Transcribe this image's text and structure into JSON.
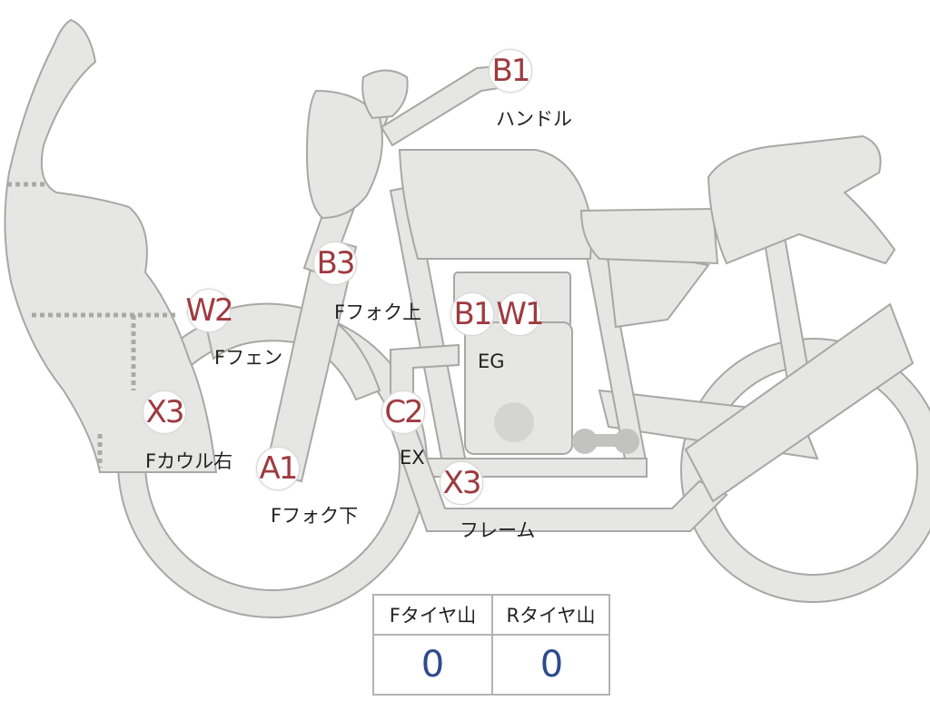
{
  "diagram": {
    "colors": {
      "part_fill": "#e6e6e4",
      "part_stroke": "#a7a7a5",
      "badge_text": "#9e3b40",
      "value_text": "#2f4a8c"
    },
    "damage_points": [
      {
        "id": "handle",
        "code": "B1",
        "label": "ハンドル"
      },
      {
        "id": "ffork-upper",
        "code": "B3",
        "label": "Fフォク上"
      },
      {
        "id": "ffender",
        "code": "W2",
        "label": "Fフェン"
      },
      {
        "id": "fcowl-right",
        "code": "X3",
        "label": "Fカウル右"
      },
      {
        "id": "ffork-lower",
        "code": "A1",
        "label": "Fフォク下"
      },
      {
        "id": "engine-b",
        "code": "B1",
        "label": "EG"
      },
      {
        "id": "engine-w",
        "code": "W1",
        "label": ""
      },
      {
        "id": "exhaust",
        "code": "C2",
        "label": "EX"
      },
      {
        "id": "frame",
        "code": "X3",
        "label": "フレーム"
      }
    ],
    "tread_table": {
      "front_header": "Fタイヤ山",
      "rear_header": "Rタイヤ山",
      "front_value": "0",
      "rear_value": "0"
    }
  }
}
